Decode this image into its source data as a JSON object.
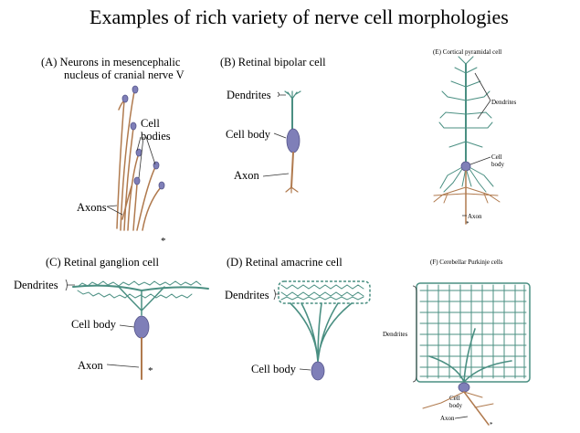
{
  "title": "Examples of rich variety of nerve cell morphologies",
  "panels": {
    "a": {
      "title_line1": "(A)  Neurons in mesencephalic",
      "title_line2": "nucleus of cranial nerve V",
      "cell_bodies_line1": "Cell",
      "cell_bodies_line2": "bodies",
      "axons": "Axons",
      "asterisk": "*"
    },
    "b": {
      "title": "(B)  Retinal bipolar cell",
      "dendrites": "Dendrites",
      "cell_body": "Cell body",
      "axon": "Axon"
    },
    "c": {
      "title": "(C)  Retinal ganglion cell",
      "dendrites": "Dendrites",
      "cell_body": "Cell body",
      "axon": "Axon",
      "asterisk": "*"
    },
    "d": {
      "title": "(D)  Retinal amacrine cell",
      "dendrites": "Dendrites",
      "cell_body": "Cell body"
    },
    "e": {
      "title": "(E)  Cortical pyramidal cell",
      "dendrites": "Dendrites",
      "cell_body_line1": "Cell",
      "cell_body_line2": "body",
      "axon": "Axon",
      "asterisk": "*"
    },
    "f": {
      "title": "(F)  Cerebellar Purkinje cells",
      "dendrites": "Dendrites",
      "cell_body_line1": "Cell",
      "cell_body_line2": "body",
      "axon": "Axon",
      "asterisk": "*"
    }
  },
  "colors": {
    "dendrite": "#4a8f82",
    "axon": "#b07a4e",
    "soma": "#7f7fb8"
  }
}
